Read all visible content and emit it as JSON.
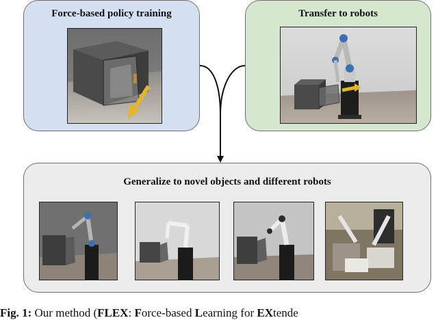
{
  "panels": {
    "training": {
      "title": "Force-based policy training"
    },
    "transfer": {
      "title": "Transfer to robots"
    },
    "generalize": {
      "title": "Generalize to novel objects and different robots"
    }
  },
  "caption": {
    "label": "Fig. 1:",
    "text_parts": [
      "Our method (",
      "FLEX",
      ": ",
      "F",
      "orce-based ",
      "L",
      "earning for ",
      "EX",
      "tende"
    ]
  },
  "colors": {
    "training_bg": "#d4e0f2",
    "transfer_bg": "#d5e7cf",
    "generalize_bg": "#ececec",
    "force_arrow": "#e3b52a"
  }
}
